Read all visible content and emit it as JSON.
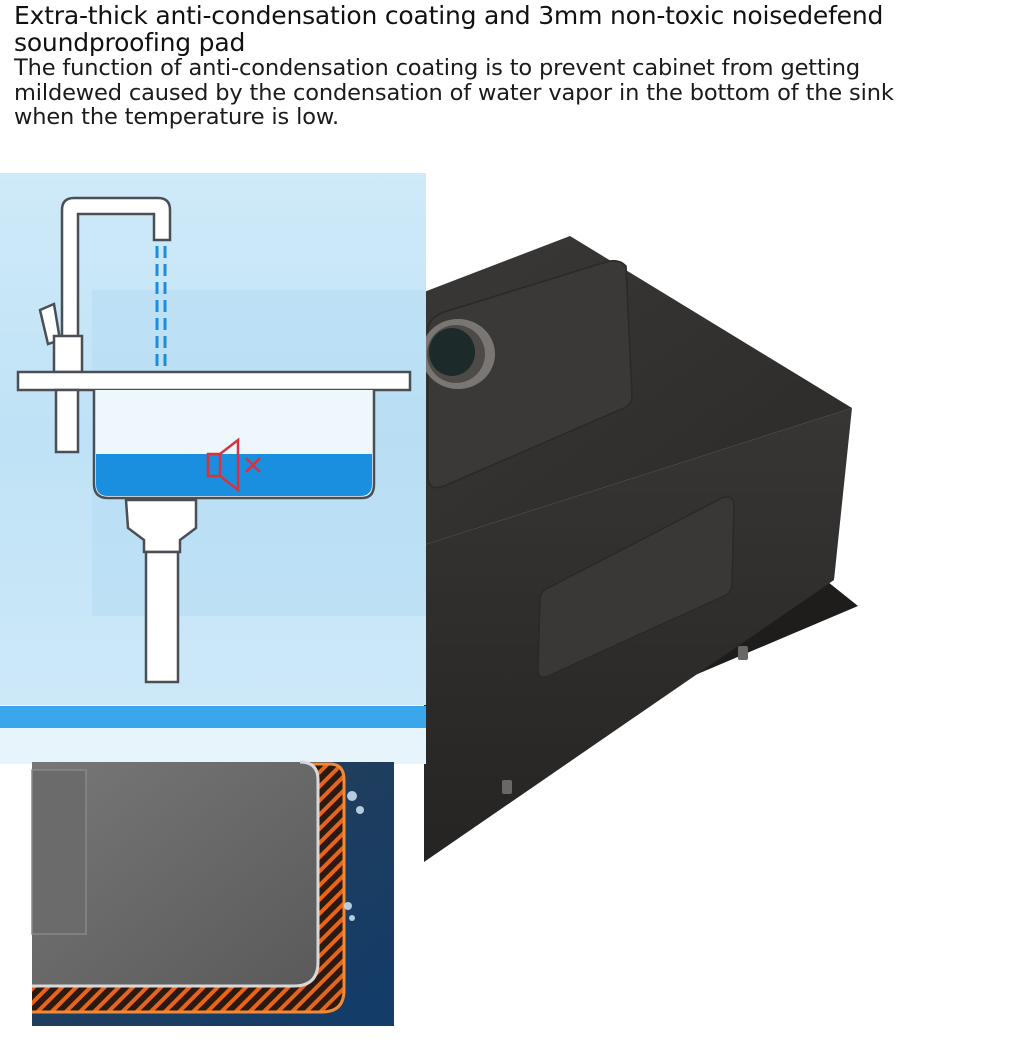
{
  "heading": {
    "line1": "Extra-thick anti-condensation coating and 3mm non-toxic noisedefend",
    "line2": "soundproofing pad"
  },
  "description": {
    "line1": "The function of anti-condensation coating is to prevent cabinet from getting",
    "line2": "mildewed caused by the condensation of water vapor in the bottom of the sink",
    "line3": "when the temperature is low."
  },
  "icons": {
    "mute": "speaker-muted-icon"
  },
  "colors": {
    "panel_blue": "#c6e6f8",
    "water_blue": "#1b8fdf",
    "stripe_blue": "#3aa7ec",
    "mute_red": "#d6343c",
    "sink_body": "#343230",
    "coating_orange": "#e8641a"
  }
}
